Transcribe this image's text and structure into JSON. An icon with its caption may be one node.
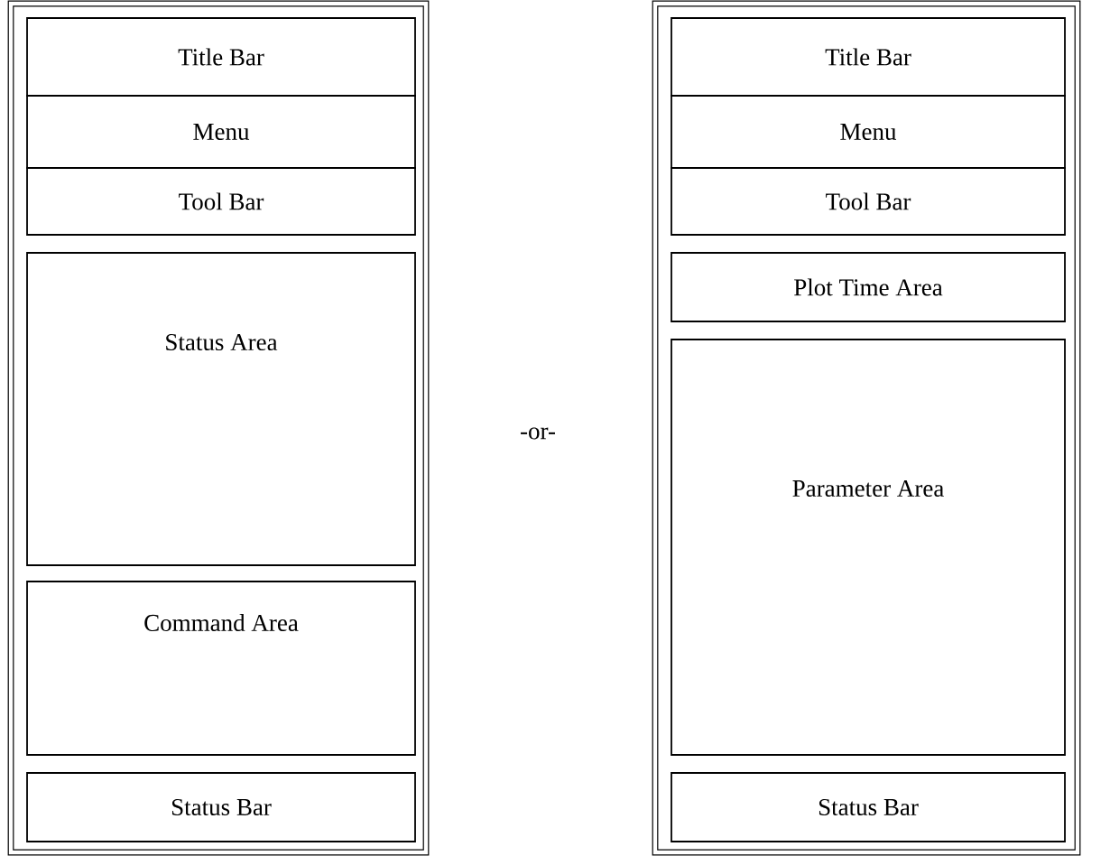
{
  "diagram": {
    "nodes": [
      {
        "text": [],
        "shape": "box"
      },
      {
        "text": [
          "Title Bar"
        ],
        "in": 0
      },
      {
        "text": [
          "Menu"
        ],
        "in": 0
      },
      {
        "text": [
          "Tool Bar"
        ],
        "in": 0
      },
      {
        "text": [
          "Status Area"
        ],
        "in": 0
      },
      {
        "text": [
          "Command Area"
        ],
        "in": 0
      },
      {
        "text": [
          "Status Bar"
        ],
        "in": 0
      },
      {
        "text": [],
        "shape": "box"
      },
      {
        "text": [
          "Title Bar"
        ],
        "in": 7
      },
      {
        "text": [
          "Menu"
        ],
        "in": 7
      },
      {
        "text": [
          "Tool Bar"
        ],
        "in": 7
      },
      {
        "text": [
          "Plot Time Area"
        ],
        "in": 7
      },
      {
        "text": [
          "Parameter Area"
        ],
        "in": 7
      },
      {
        "text": [
          "Status Bar"
        ],
        "in": 7
      }
    ],
    "edges": [],
    "labels": [
      "-or-"
    ]
  }
}
